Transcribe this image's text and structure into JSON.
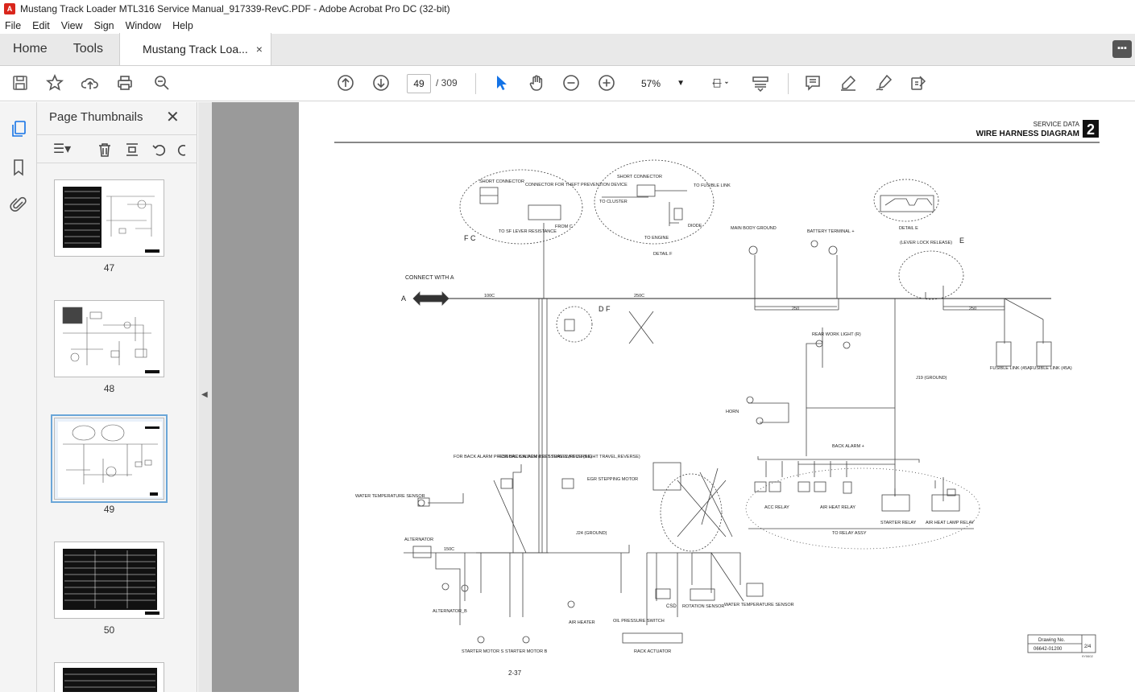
{
  "window": {
    "title": "Mustang Track Loader MTL316 Service Manual_917339-RevC.PDF - Adobe Acrobat Pro DC (32-bit)",
    "app_icon": "acrobat-icon"
  },
  "menu": [
    "File",
    "Edit",
    "View",
    "Sign",
    "Window",
    "Help"
  ],
  "tabs": {
    "home": "Home",
    "tools": "Tools",
    "document": "Mustang Track Loa...",
    "close": "×"
  },
  "toolbar": {
    "current_page": "49",
    "page_total": "/ 309",
    "zoom": "57%"
  },
  "sidebar": {
    "title": "Page Thumbnails",
    "thumbnails": [
      {
        "label": "47"
      },
      {
        "label": "48"
      },
      {
        "label": "49",
        "selected": true
      },
      {
        "label": "50"
      }
    ]
  },
  "document": {
    "header_small": "SERVICE DATA",
    "header_title": "WIRE HARNESS DIAGRAM",
    "section_number": "2",
    "page_number": "2-37",
    "drawing_no_label": "Drawing No.",
    "drawing_no": "06642-01200",
    "sheet": "2/4",
    "code": "9Y0602",
    "labels": {
      "short_connector": "SHORT CONNECTOR",
      "connector_theft": "CONNECTOR FOR THEFT PREVENTION DEVICE",
      "to_sf_lever": "TO SF LEVER RESISTANCE",
      "from_c": "FROM C",
      "to_cluster": "TO CLUSTER",
      "to_fusible": "TO FUSIBLE LINK",
      "to_engine": "TO ENGINE",
      "diode": "DIODE",
      "detail_f": "DETAIL F",
      "detail_e": "DETAIL E",
      "main_body_ground": "MAIN BODY GROUND",
      "battery_terminal": "BATTERY TERMINAL +",
      "lever_lock": "(LEVER LOCK RELEASE)",
      "connect_with_a": "CONNECT WITH A",
      "letter_a": "A",
      "letter_e": "E",
      "letter_fc": "F C",
      "letter_df": "D F",
      "fusible_link_1": "FUSIBLE LINK (45A)",
      "fusible_link_2": "FUSIBLE LINK (45A)",
      "rear_work_light": "REAR WORK LIGHT (R)",
      "j19": "J19 (GROUND)",
      "horn": "HORN",
      "back_alarm": "BACK ALARM +",
      "back_alarm_sw_left": "FOR BACK ALARM PRESSURE SWITCH (LEFT TRAVEL,REVERSE)",
      "back_alarm_sw_right": "FOR BACK ALARM PRESSURE SWITCH (RIGHT TRAVEL,REVERSE)",
      "egr_motor": "EGR STEPPING MOTOR",
      "water_temp_sensor": "WATER TEMPERATURE SENSOR",
      "water_temp_sensor2": "WATER TEMPERATURE SENSOR",
      "alternator": "ALTERNATOR",
      "alternator_b": "ALTERNATOR_B",
      "j24": "J24 (GROUND)",
      "acc_relay": "ACC RELAY",
      "air_heat_relay": "AIR HEAT RELAY",
      "to_relay_assy": "TO RELAY ASSY",
      "starter_relay": "STARTER RELAY",
      "air_heat_lamp_relay": "AIR HEAT LAMP RELAY",
      "air_heater": "AIR HEATER",
      "oil_pressure": "OIL PRESSURE SWITCH",
      "rotation_sensor": "ROTATION SENSOR",
      "csd": "CSD",
      "rack_actuator": "RACK ACTUATOR",
      "starter_motor_s": "STARTER MOTOR S",
      "starter_motor_b": "STARTER MOTOR B",
      "w250a": "250",
      "w250b": "250",
      "w100": "100C",
      "w250c": "250C",
      "w150": "150C"
    }
  }
}
